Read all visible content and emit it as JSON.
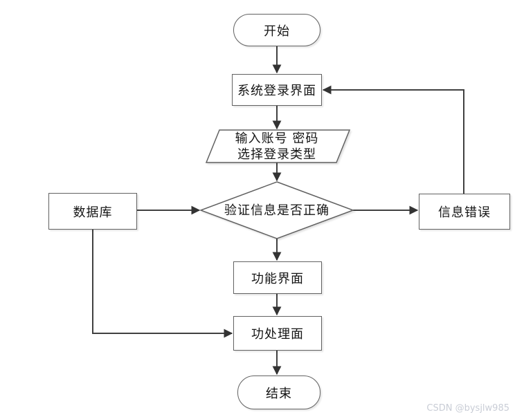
{
  "diagram": {
    "nodes": {
      "start": {
        "label": "开始"
      },
      "login": {
        "label": "系统登录界面"
      },
      "input": {
        "line1": "输入账号 密码",
        "line2": "选择登录类型"
      },
      "verify": {
        "label": "验证信息是否正确"
      },
      "database": {
        "label": "数据库"
      },
      "error": {
        "label": "信息错误"
      },
      "function": {
        "label": "功能界面"
      },
      "process": {
        "label": "功处理面"
      },
      "end": {
        "label": "结束"
      }
    },
    "colors": {
      "edge": "#404040",
      "arrow": "#333333",
      "node_border": "#616161",
      "node_fill": "#ffffff",
      "text": "#141414",
      "background": "#ffffff"
    }
  },
  "watermark": {
    "text": "CSDN @bysjlw985",
    "color": "#c9cdd6"
  }
}
